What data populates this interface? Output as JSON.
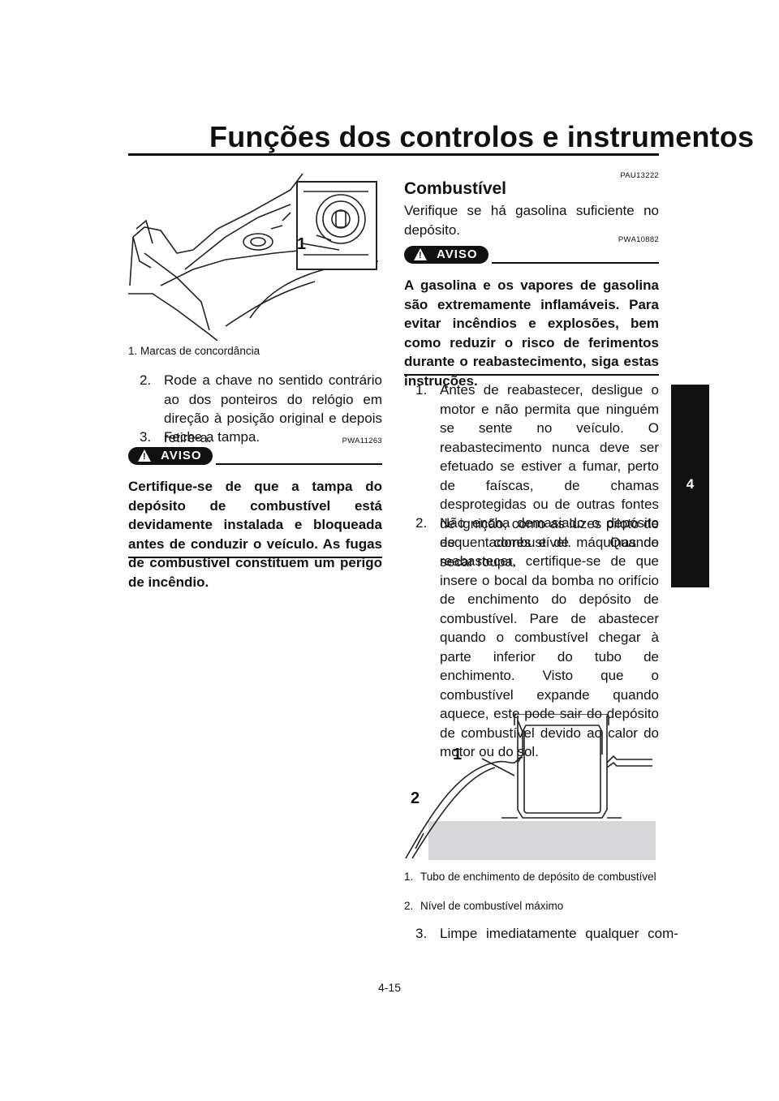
{
  "header": {
    "title": "Funções dos controlos e instrumentos"
  },
  "tab": {
    "number": "4"
  },
  "left": {
    "figure_label": "1",
    "caption": "1.  Marcas de concordância",
    "steps": [
      {
        "num": "2.",
        "text": "Rode a chave no sentido contrário ao dos ponteiros do relógio em direção à posição original e depois retire-a."
      },
      {
        "num": "3.",
        "text": "Feche a tampa."
      }
    ],
    "warning_code": "PWA11263",
    "aviso_label": "AVISO",
    "warning_text": "Certifique-se de que a tampa do depósito de combustível está devidamente instalada e bloqueada antes de conduzir o veículo. As fugas de combustível constituem um perigo de incêndio."
  },
  "right": {
    "section_code": "PAU13222",
    "section_title": "Combustível",
    "intro": "Verifique se há gasolina suficiente no depósito.",
    "warning_code": "PWA10882",
    "aviso_label": "AVISO",
    "warning_text": "A gasolina e os vapores de gasolina são extremamente inflamáveis. Para evitar incêndios e explosões, bem como reduzir o risco de ferimentos durante o reabastecimento, siga estas instruções.",
    "steps": [
      {
        "num": "1.",
        "text": "Antes de reabastecer, desligue o motor e não permita que ninguém se sente no veículo. O reabastecimento nunca deve ser efetuado se estiver a fumar, perto de faíscas, de chamas desprotegidas ou de outras fontes de ignição, como as luzes piloto de esquentadores e de máquinas de secar roupa."
      },
      {
        "num": "2.",
        "text": "Não encha demasiado o depósito de combustível. Quando reabastecer, certifique-se de que insere o bocal da bomba no orifício de enchimento do depósito de combustível. Pare de abastecer quando o combustível chegar à parte inferior do tubo de enchimento. Visto que o combustível expande quando aquece, este pode sair do depósito de combustível devido ao calor do motor ou do sol."
      }
    ],
    "figure_labels": [
      "1",
      "2"
    ],
    "captions": [
      {
        "num": "1.",
        "text": "Tubo de enchimento de depósito de combustível"
      },
      {
        "num": "2.",
        "text": "Nível de combustível máximo"
      }
    ],
    "step3": {
      "num": "3.",
      "text": "Limpe imediatamente qualquer com-"
    }
  },
  "footer": {
    "page": "4-15"
  }
}
